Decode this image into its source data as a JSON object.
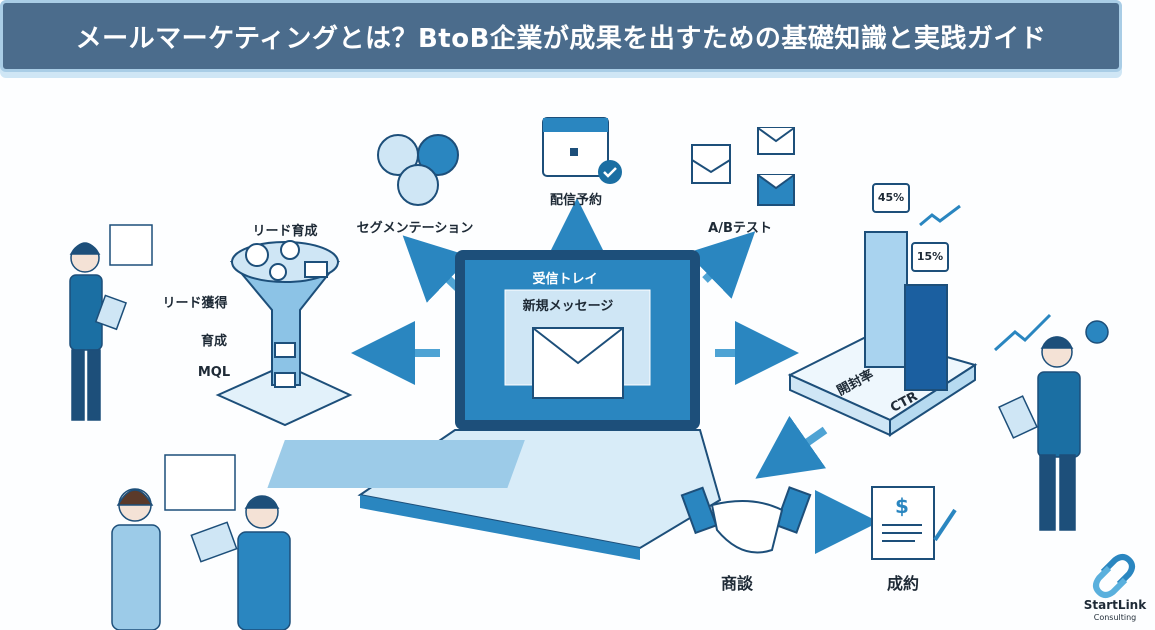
{
  "title": "メールマーケティングとは？BtoB企業が成果を出すための基礎知識と実践ガイド",
  "labels": {
    "segmentation": "セグメンテーション",
    "scheduled_delivery": "配信予約",
    "ab_test": "A/Bテスト",
    "lead_nurturing": "リード育成",
    "lead_acquisition": "リード獲得",
    "nurturing": "育成",
    "mql": "MQL",
    "inbox": "受信トレイ",
    "new_message": "新規メッセージ",
    "open_rate": "開封率",
    "ctr": "CTR",
    "negotiation": "商談",
    "contract": "成約"
  },
  "chart": {
    "open_rate_value": "45%",
    "ctr_value": "15%"
  },
  "logo": {
    "name": "StartLink",
    "sub": "Consulting"
  },
  "colors": {
    "primary": "#1b6fa3",
    "dark": "#1d4f7a",
    "light": "#bfe0f3",
    "banner": "#4b6c8c"
  }
}
